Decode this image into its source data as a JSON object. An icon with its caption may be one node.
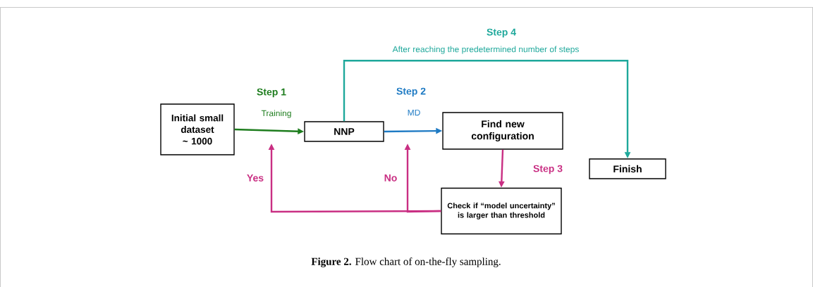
{
  "diagram": {
    "caption": "**Figure 2.** Flow chart of on-the-fly sampling.",
    "nodes": [
      {
        "text": [
          "Initial small dataset ~ 1000"
        ]
      },
      {
        "text": [
          "NNP"
        ]
      },
      {
        "text": [
          "Find new configuration"
        ]
      },
      {
        "text": [
          "Check if “model uncertainty” is larger than threshold"
        ]
      },
      {
        "text": [
          "Finish"
        ]
      }
    ],
    "edges": [
      {
        "from": 0,
        "to": 1,
        "arrow": "to",
        "label": "Training",
        "color": "#1e7d1e"
      },
      {
        "from": 1,
        "to": 2,
        "arrow": "to",
        "label": "MD",
        "color": "#1f7bc4"
      },
      {
        "from": 2,
        "to": 3,
        "arrow": "to",
        "label": "Step 3",
        "color": "#c92f83"
      },
      {
        "from": 3,
        "to": null,
        "arrow": "to",
        "label": "Yes",
        "color": "#c92f83"
      },
      {
        "from": 3,
        "to": null,
        "arrow": "to",
        "label": "No",
        "color": "#c92f83"
      },
      {
        "from": 1,
        "to": 4,
        "arrow": "to",
        "label": "After reaching the predetermined number of steps",
        "color": "#1ea89b"
      }
    ],
    "labels": [
      "Step 4",
      "Step 1",
      "Step 2"
    ]
  }
}
